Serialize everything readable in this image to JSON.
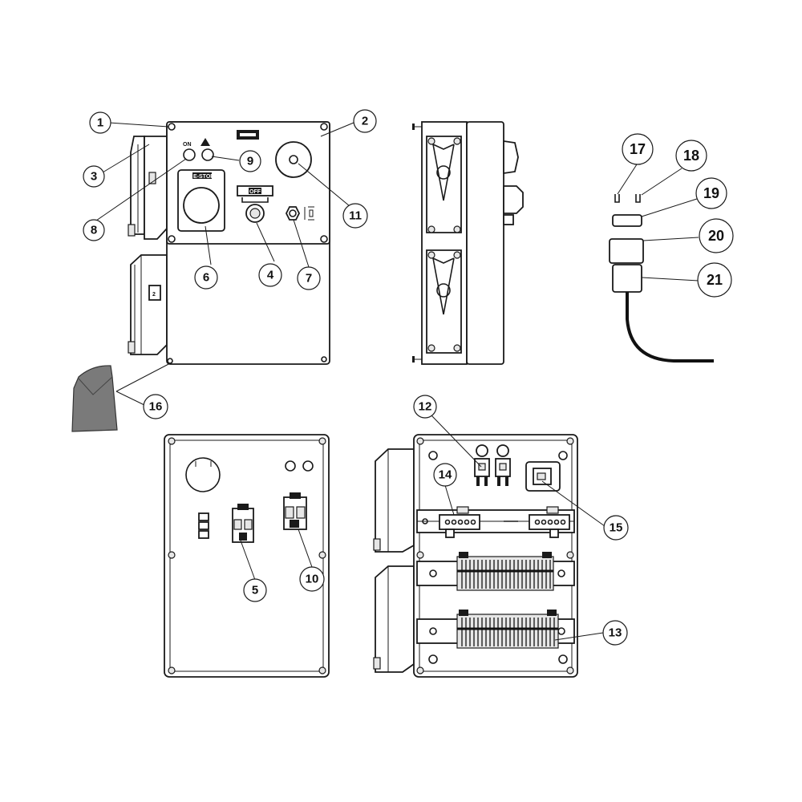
{
  "diagram": {
    "callouts": {
      "c1": "1",
      "c2": "2",
      "c3": "3",
      "c4": "4",
      "c5": "5",
      "c6": "6",
      "c7": "7",
      "c8": "8",
      "c9": "9",
      "c10": "10",
      "c11": "11",
      "c12": "12",
      "c13": "13",
      "c14": "14",
      "c15": "15",
      "c16": "16",
      "c17": "17",
      "c18": "18",
      "c19": "19",
      "c20": "20",
      "c21": "21"
    },
    "panel_text": {
      "on_label": "ON",
      "estop_label": "E-STOP",
      "switch_label": "OFF",
      "handle_label": "2"
    }
  }
}
